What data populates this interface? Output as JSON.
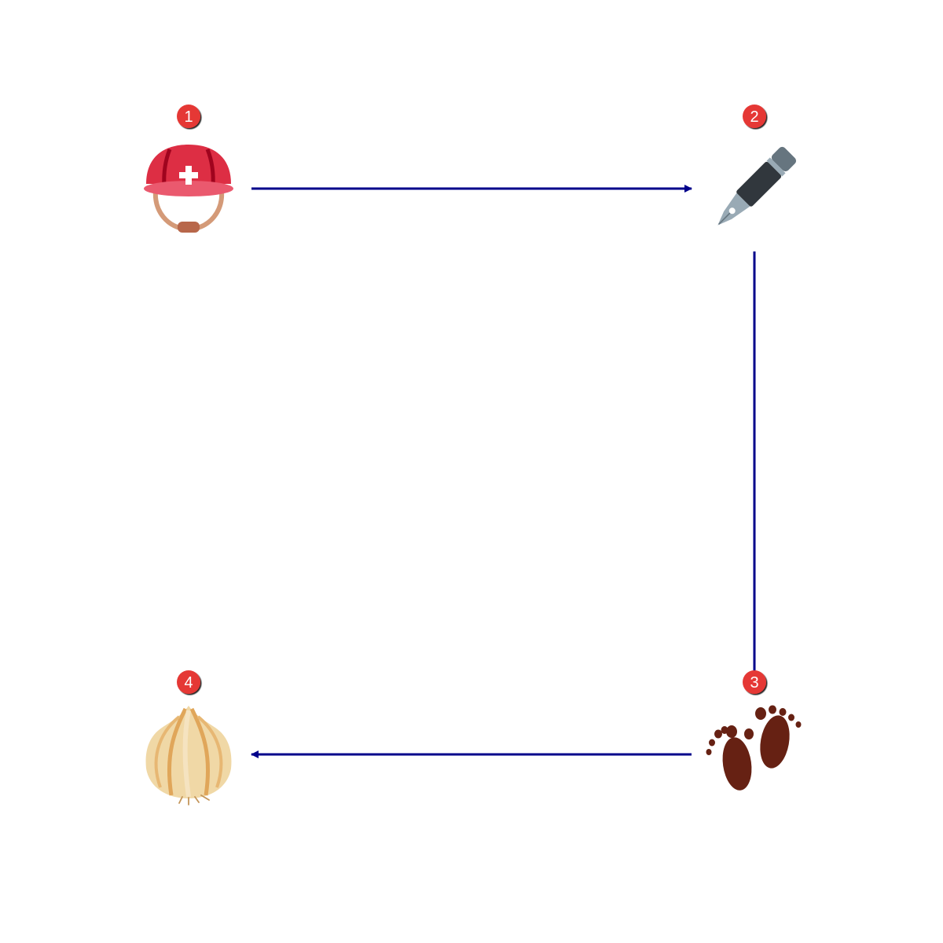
{
  "diagram": {
    "connector_color": "#00008b",
    "badge_color": "#e53935",
    "nodes": [
      {
        "id": "1",
        "badge": "1",
        "icon": "rescue-worker-helmet-icon"
      },
      {
        "id": "2",
        "badge": "2",
        "icon": "fountain-pen-icon"
      },
      {
        "id": "3",
        "badge": "3",
        "icon": "footprints-icon"
      },
      {
        "id": "4",
        "badge": "4",
        "icon": "onion-icon"
      }
    ],
    "edges": [
      {
        "from": "1",
        "to": "2"
      },
      {
        "from": "2",
        "to": "3"
      },
      {
        "from": "3",
        "to": "4"
      }
    ]
  }
}
